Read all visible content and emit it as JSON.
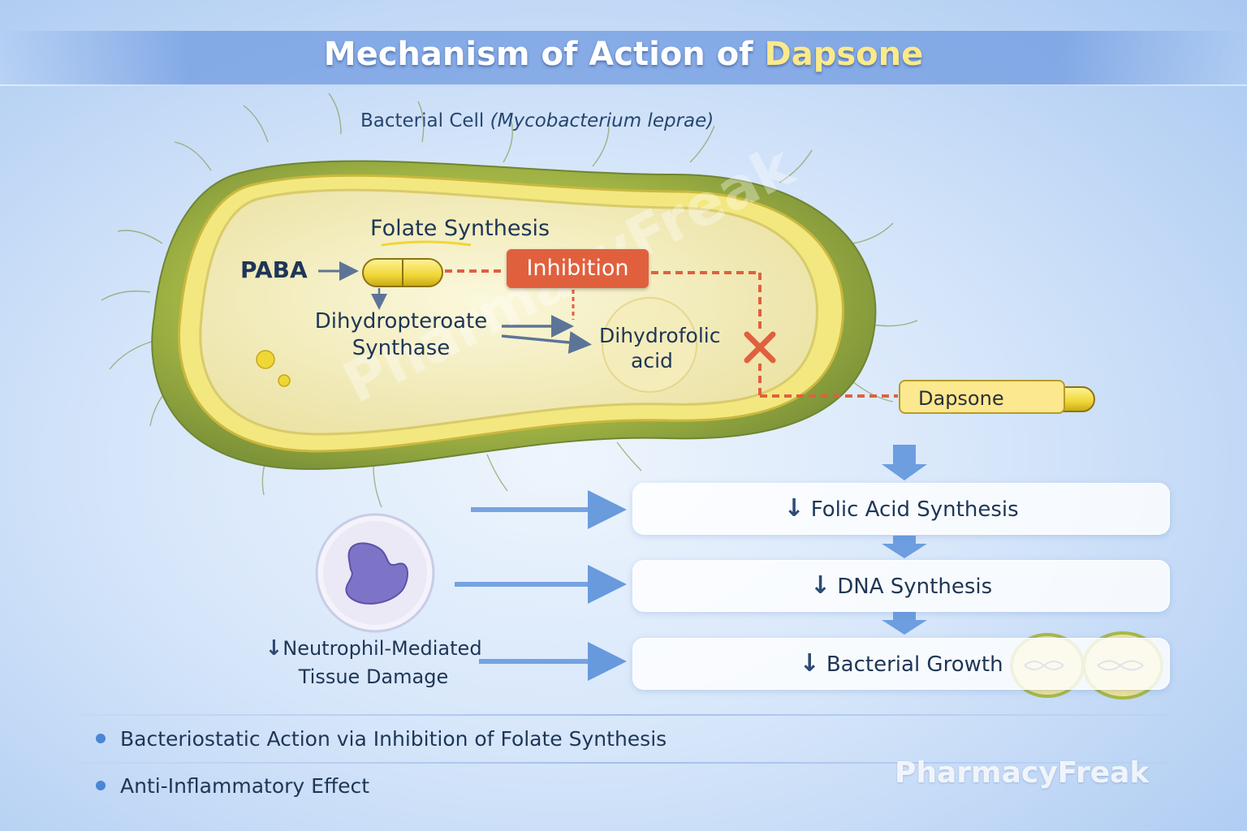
{
  "title": {
    "prefix": "Mechanism of Action of",
    "highlight": "Dapsone"
  },
  "cell_caption": {
    "text": "Bacterial Cell",
    "organism": "(Mycobacterium leprae)"
  },
  "cell_labels": {
    "folate": "Folate Synthesis",
    "paba": "PABA",
    "enzyme": "Dihydropteroate Synthase",
    "product": "Dihydrofolic acid",
    "inhibition": "Inhibition",
    "drug": "Dapsone"
  },
  "effects": [
    {
      "arrow": "↓",
      "label": "Folic Acid Synthesis"
    },
    {
      "arrow": "↓",
      "label": "DNA Synthesis"
    },
    {
      "arrow": "↓",
      "label": "Bacterial Growth"
    }
  ],
  "neutrophil": {
    "arrow": "↓",
    "line1": "Neutrophil-Mediated",
    "line2": "Tissue Damage"
  },
  "bullets": [
    "Bacteriostatic Action via Inhibition of Folate Synthesis",
    "Anti-Inflammatory Effect"
  ],
  "watermark": "PharmacyFreak",
  "colors": {
    "background": "#d6e6fa",
    "cell_outer": "#a7b84a",
    "cell_inner": "#f6f0c2",
    "capsule": "#f4de45",
    "inhibition": "#e0603e",
    "arrow_blue": "#4a86d6",
    "text": "#1e3656"
  },
  "icons": [
    "capsule-icon",
    "inhibition-x-icon",
    "neutrophil-icon",
    "dividing-bacteria-icon"
  ]
}
